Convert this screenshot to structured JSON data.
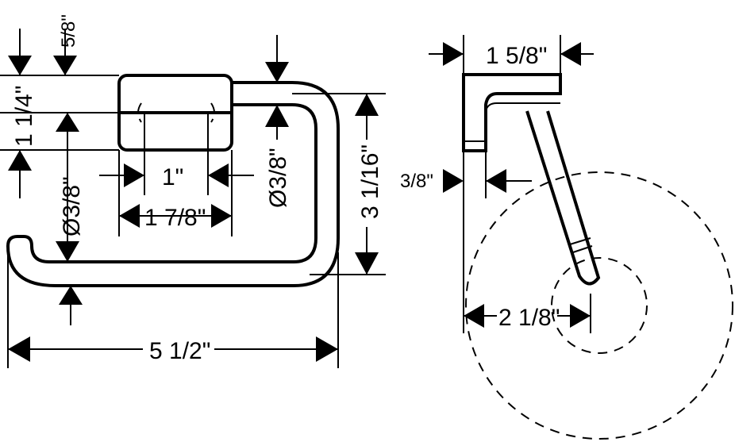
{
  "colors": {
    "ink": "#000000",
    "background": "#ffffff"
  },
  "front_view": {
    "dims": {
      "top_offset": "5/8\"",
      "block_height": "1 1/4\"",
      "bar_diameter_left": "Ø3/8\"",
      "block_slot": "1\"",
      "block_width": "1 7/8\"",
      "bar_diameter_right": "Ø3/8\"",
      "height": "3 1/16\"",
      "overall_width": "5 1/2\""
    }
  },
  "side_view": {
    "dims": {
      "width": "1 5/8\"",
      "wall_offset": "3/8\"",
      "arm_reach": "2 1/8\""
    }
  }
}
